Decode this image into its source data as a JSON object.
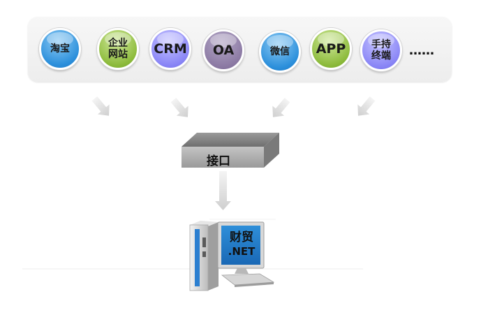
{
  "systems": [
    {
      "label": "淘宝",
      "color": "#2b8fdb",
      "icon": "blue-bubble"
    },
    {
      "label": "企业\n网站",
      "color": "#8dbb3c",
      "icon": "green-bubble"
    },
    {
      "label": "CRM",
      "color": "#8a86f6",
      "icon": "purple-bubble"
    },
    {
      "label": "OA",
      "color": "#8c7aa4",
      "icon": "mauve-bubble"
    },
    {
      "label": "微信",
      "color": "#2b8fdb",
      "icon": "blue-bubble"
    },
    {
      "label": "APP",
      "color": "#8dbb3c",
      "icon": "green-bubble"
    },
    {
      "label": "手持\n终端",
      "color": "#8a86f6",
      "icon": "purple-bubble"
    }
  ],
  "more": "……",
  "interface": {
    "label": "接口",
    "color": "#8c8c8c"
  },
  "computer": {
    "line1": "财贸",
    "line2": ".NET",
    "icon": "computer-icon"
  }
}
